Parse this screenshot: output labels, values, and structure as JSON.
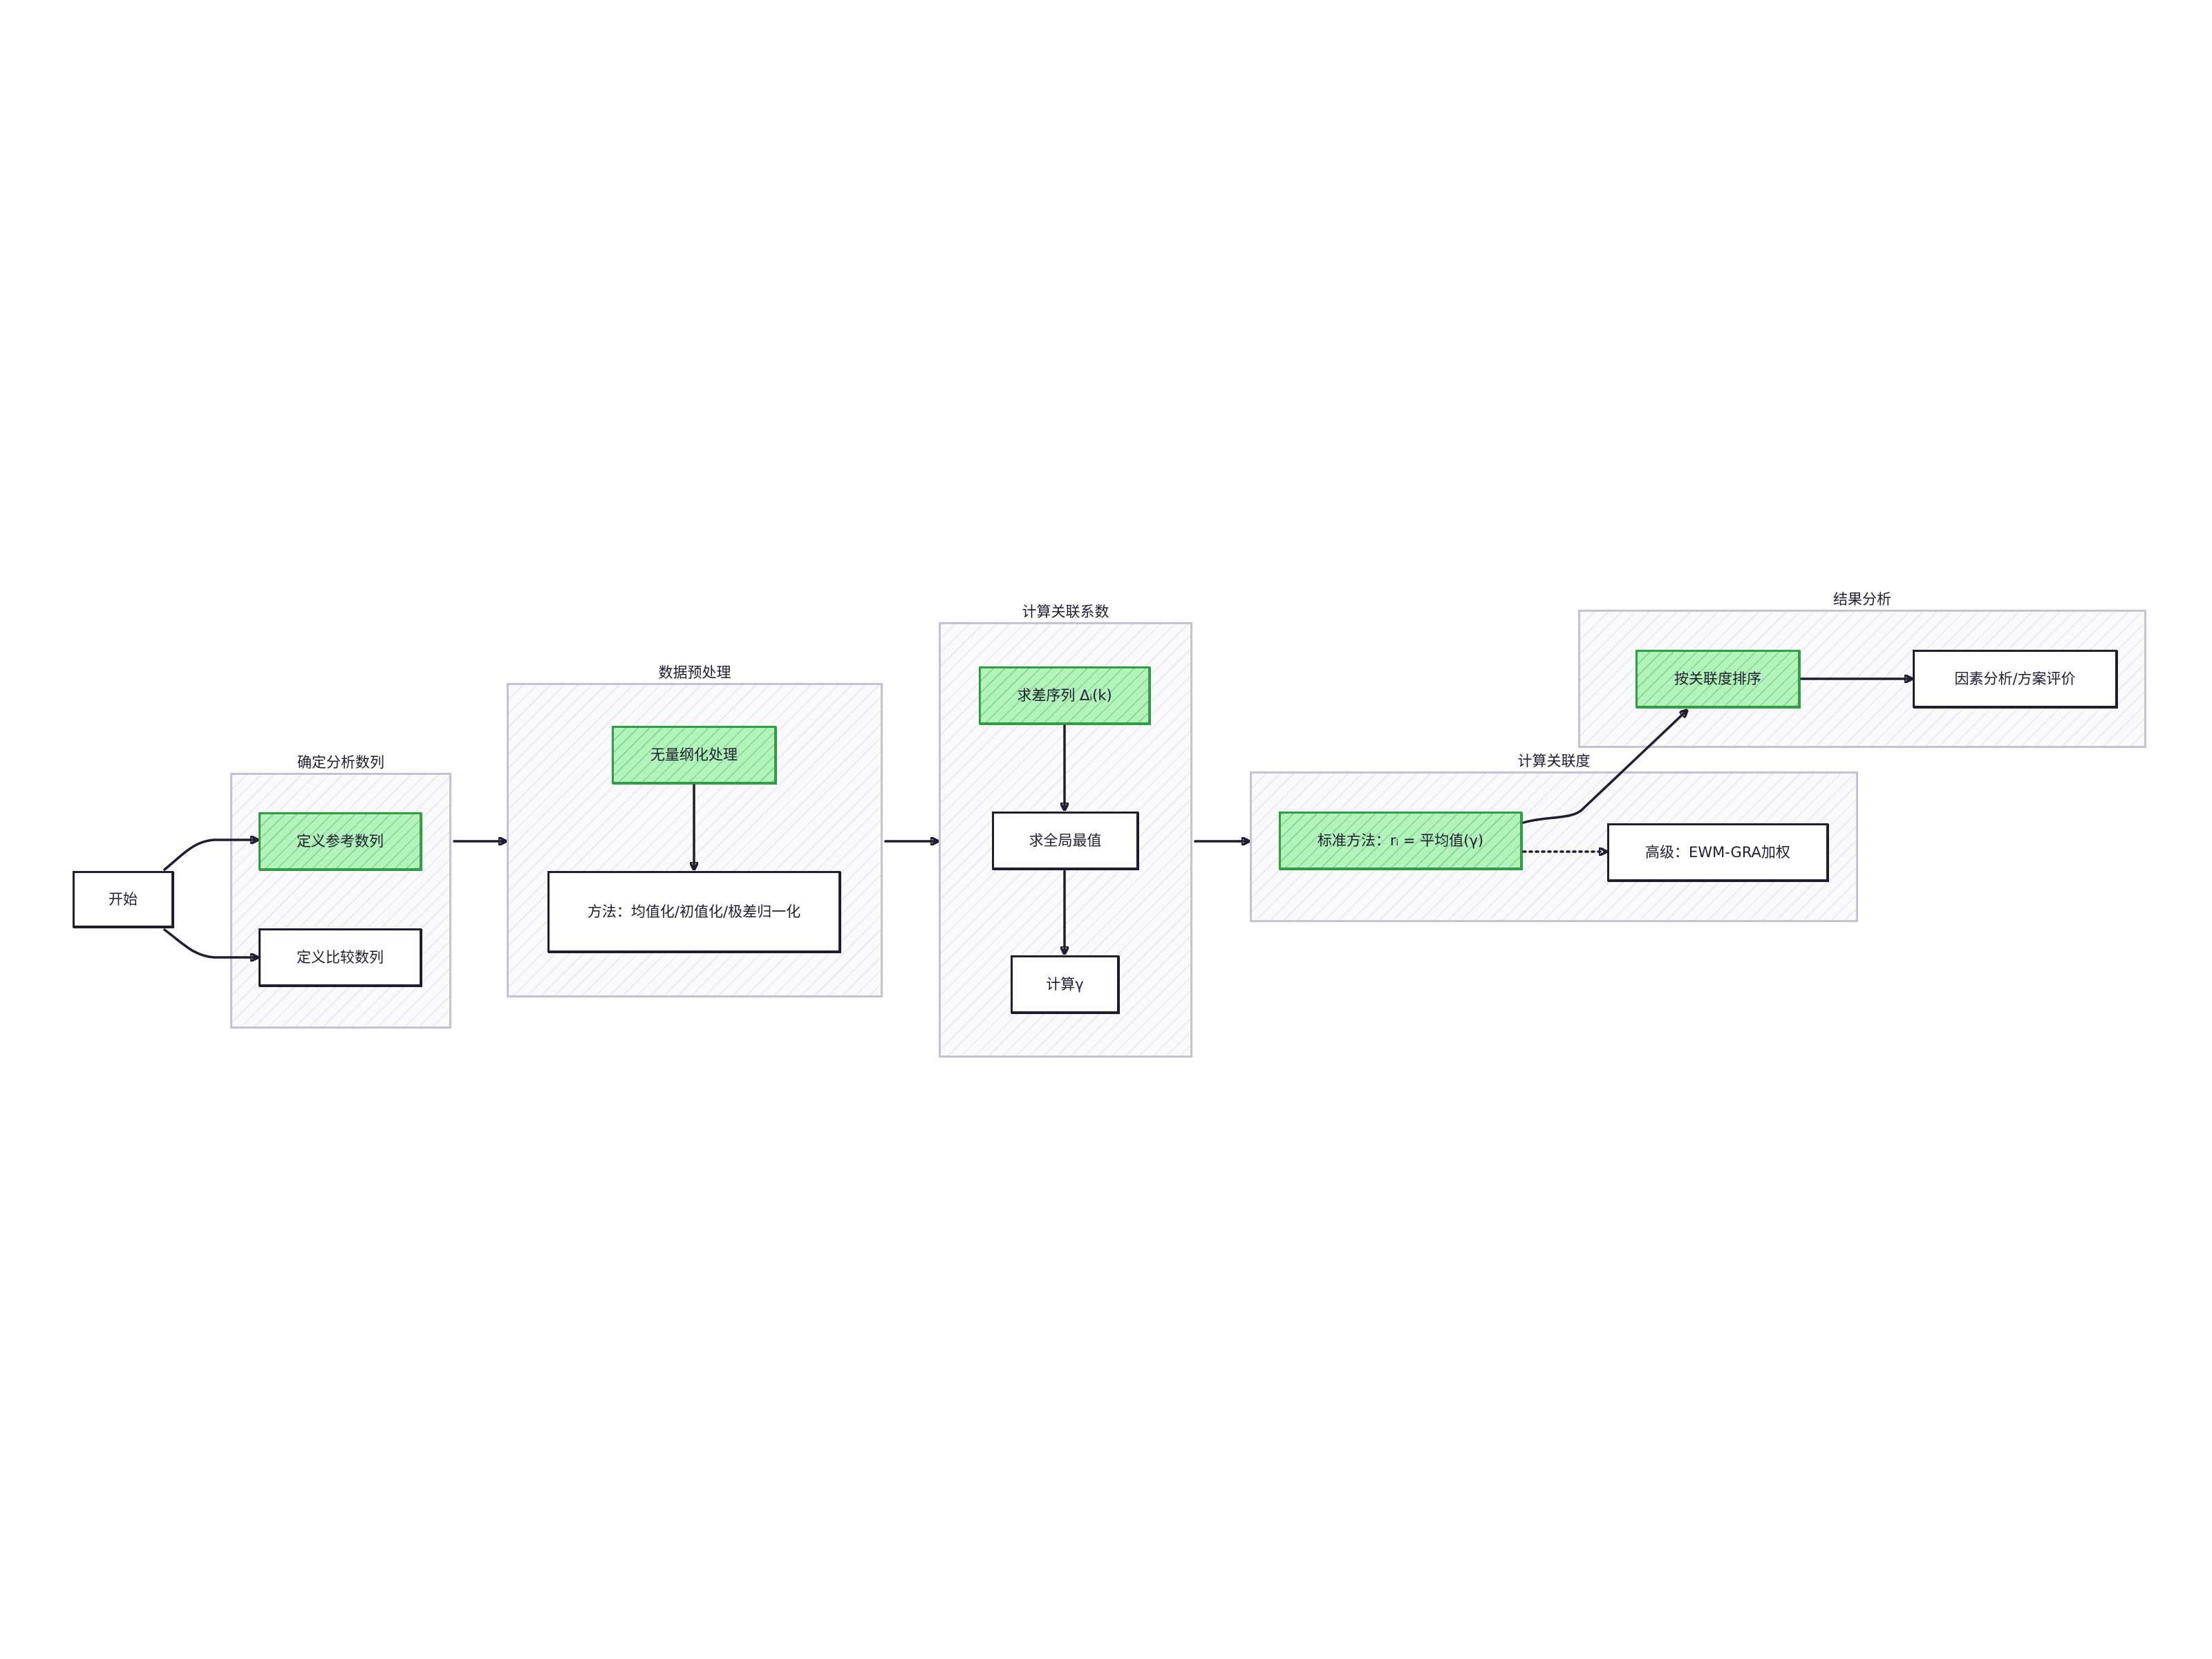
{
  "groups": {
    "determine": "确定分析数列",
    "preprocess": "数据预处理",
    "coefficient": "计算关联系数",
    "degree": "计算关联度",
    "result": "结果分析"
  },
  "nodes": {
    "start": "开始",
    "ref_seq": "定义参考数列",
    "cmp_seq": "定义比较数列",
    "dimensionless": "无量纲化处理",
    "methods": "方法：均值化/初值化/极差归一化",
    "diff_seq": "求差序列 Δᵢ(k)",
    "global_extreme": "求全局最值",
    "calc_gamma": "计算γ",
    "standard_method": "标准方法：rᵢ = 平均值(γ)",
    "advanced": "高级：EWM-GRA加权",
    "sort": "按关联度排序",
    "evaluation": "因素分析/方案评价"
  },
  "highlight_color": "#b2f2bb",
  "highlight_stroke": "#2f9e44",
  "group_border_color": "#c3c3d4"
}
